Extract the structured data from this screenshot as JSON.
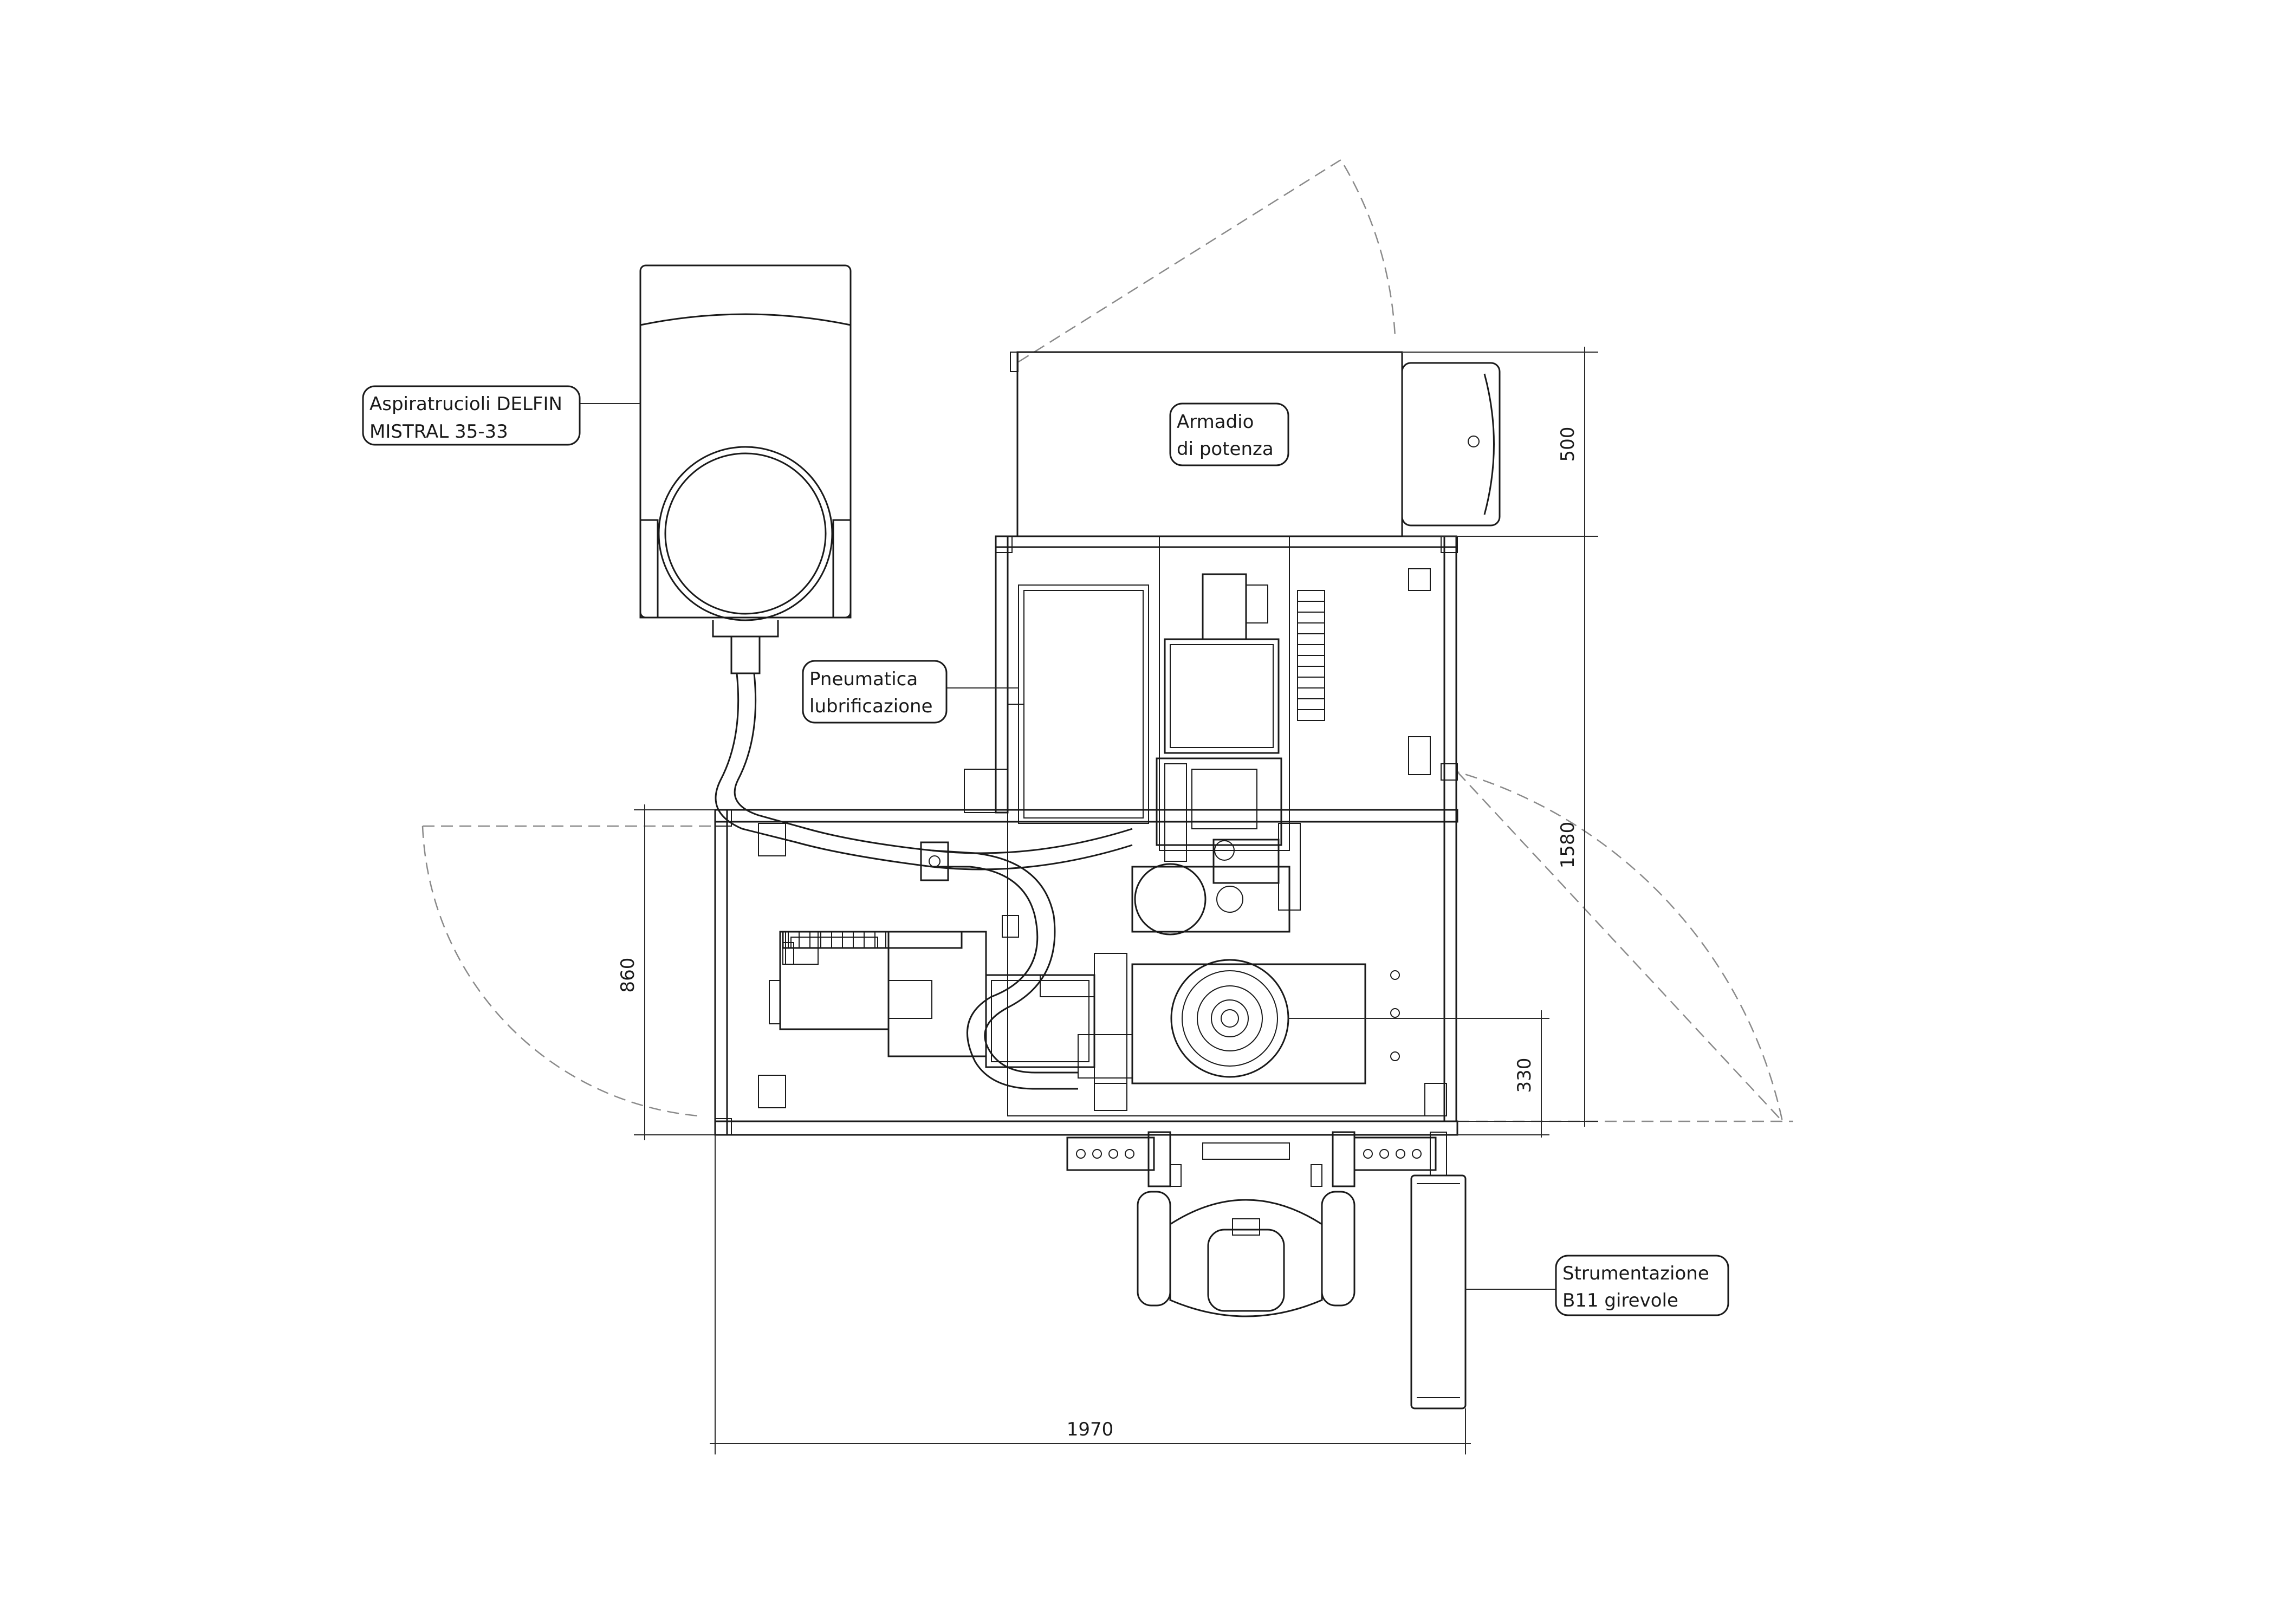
{
  "labels": {
    "aspiratrucioli_line1": "Aspiratrucioli DELFIN",
    "aspiratrucioli_line2": "MISTRAL 35-33",
    "armadio_line1": "Armadio",
    "armadio_line2": "di potenza",
    "pneumatica_line1": "Pneumatica",
    "pneumatica_line2": "lubrificazione",
    "strumentazione_line1": "Strumentazione",
    "strumentazione_line2": "B11 girevole"
  },
  "dimensions": {
    "top_right": "500",
    "right_main": "1580",
    "left_height": "860",
    "right_lower": "330",
    "bottom_width": "1970"
  }
}
